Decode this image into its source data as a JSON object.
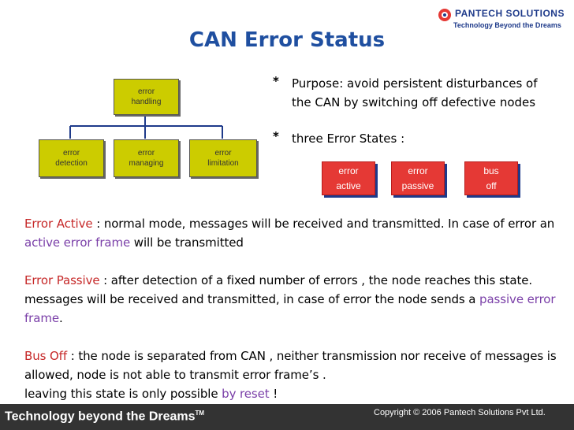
{
  "logo": {
    "brand": "PANTECH SOLUTIONS",
    "tagline": "Technology Beyond the Dreams",
    "icon": "pantech-logo-icon"
  },
  "title": "CAN Error Status",
  "org_chart": {
    "root": "error\nhandling",
    "children": [
      "error\ndetection",
      "error\nmanaging",
      "error\nlimitation"
    ]
  },
  "bullets": [
    {
      "marker": "*",
      "text": "Purpose: avoid persistent disturbances of\nthe CAN by switching  off defective nodes"
    },
    {
      "marker": "*",
      "text": "three  Error States :"
    }
  ],
  "states": [
    {
      "line1": "error",
      "line2": "active"
    },
    {
      "line1": "error",
      "line2": "passive"
    },
    {
      "line1": "bus",
      "line2": "off"
    }
  ],
  "paragraphs": {
    "active": {
      "term": "Error Active",
      "text1": " : normal mode, messages will be received and transmitted. In case of error an ",
      "highlight": "active error frame",
      "text2": " will be transmitted"
    },
    "passive": {
      "term": "Error Passive",
      "text1": " : after detection of a fixed number of errors , the node reaches this state. messages will be received and transmitted, in case of error the node sends a ",
      "highlight": "passive error frame",
      "text2": "."
    },
    "busoff": {
      "term": "Bus Off",
      "text1": " : the node is separated from CAN , neither transmission nor receive of messages is allowed, node is not able to transmit  error frame’s .",
      "text2": "leaving this state is only possible ",
      "highlight": "by reset",
      "text3": "  !"
    }
  },
  "footer": {
    "tagline": "Technology beyond the Dreams",
    "tm": "TM",
    "copyright": "Copyright © 2006 Pantech Solutions Pvt Ltd."
  },
  "colors": {
    "title": "#1f4fa0",
    "org_box": "#cccc00",
    "org_lines": "#1e3a8a",
    "state_button": "#e53935",
    "term_red": "#c62828",
    "highlight_purple": "#7a3fa8",
    "footer_bg": "#333333"
  }
}
